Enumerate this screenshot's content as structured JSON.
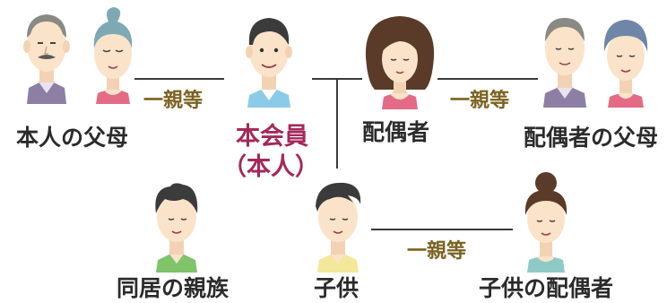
{
  "members": {
    "self_parents": "本人の父母",
    "self_line1": "本会員",
    "self_line2": "（本人）",
    "spouse": "配偶者",
    "spouse_parents": "配偶者の父母",
    "relatives": "同居の親族",
    "child": "子供",
    "child_spouse": "子供の配偶者"
  },
  "relations": {
    "first_degree": "一親等"
  },
  "colors": {
    "main_label": "#a4285b",
    "relation_label": "#7a6220",
    "text": "#2b2b2b",
    "line": "#3a3a3a",
    "skin": "#fbe3c9",
    "hair_dark": "#3b3b3b",
    "hair_gray": "#8a8a84",
    "hair_teal": "#7ea9b3"
  }
}
